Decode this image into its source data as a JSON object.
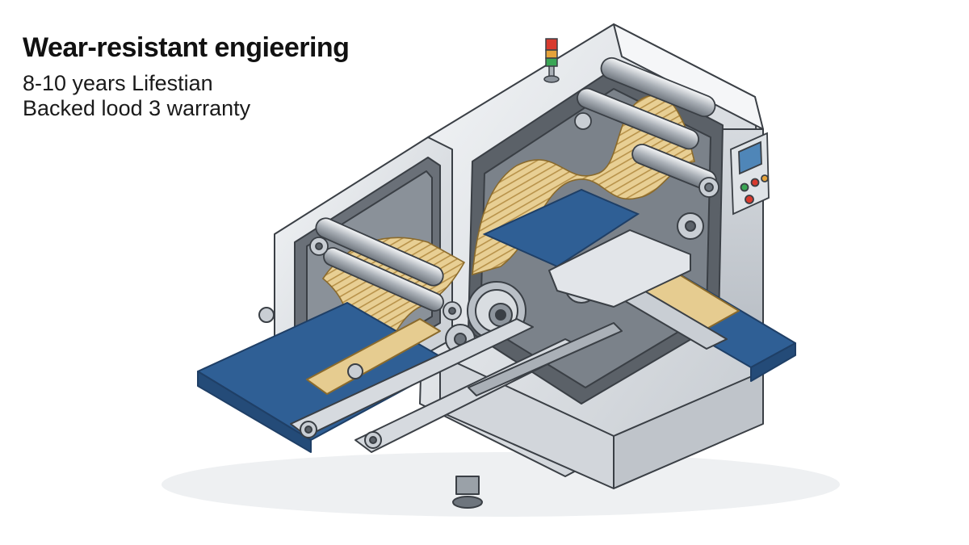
{
  "headline": "Wear-resistant engieering",
  "lines": [
    "8-10 years Lifestian",
    "Backed lood 3 warranty"
  ],
  "illustration": {
    "name": "noodle-sheeting-machine",
    "colors": {
      "steel_light": "#e9ecef",
      "steel_mid": "#c9ced4",
      "steel_dark": "#8d949c",
      "outline": "#3a3f45",
      "belt_blue": "#2f5f95",
      "dough": "#e4c98a",
      "dough_line": "#b8924a",
      "signal_red": "#d83a2e",
      "signal_green": "#3aa655"
    },
    "icons": [
      "signal-tower-icon",
      "control-panel-icon",
      "roller-icon",
      "gear-icon",
      "conveyor-belt-icon"
    ]
  }
}
